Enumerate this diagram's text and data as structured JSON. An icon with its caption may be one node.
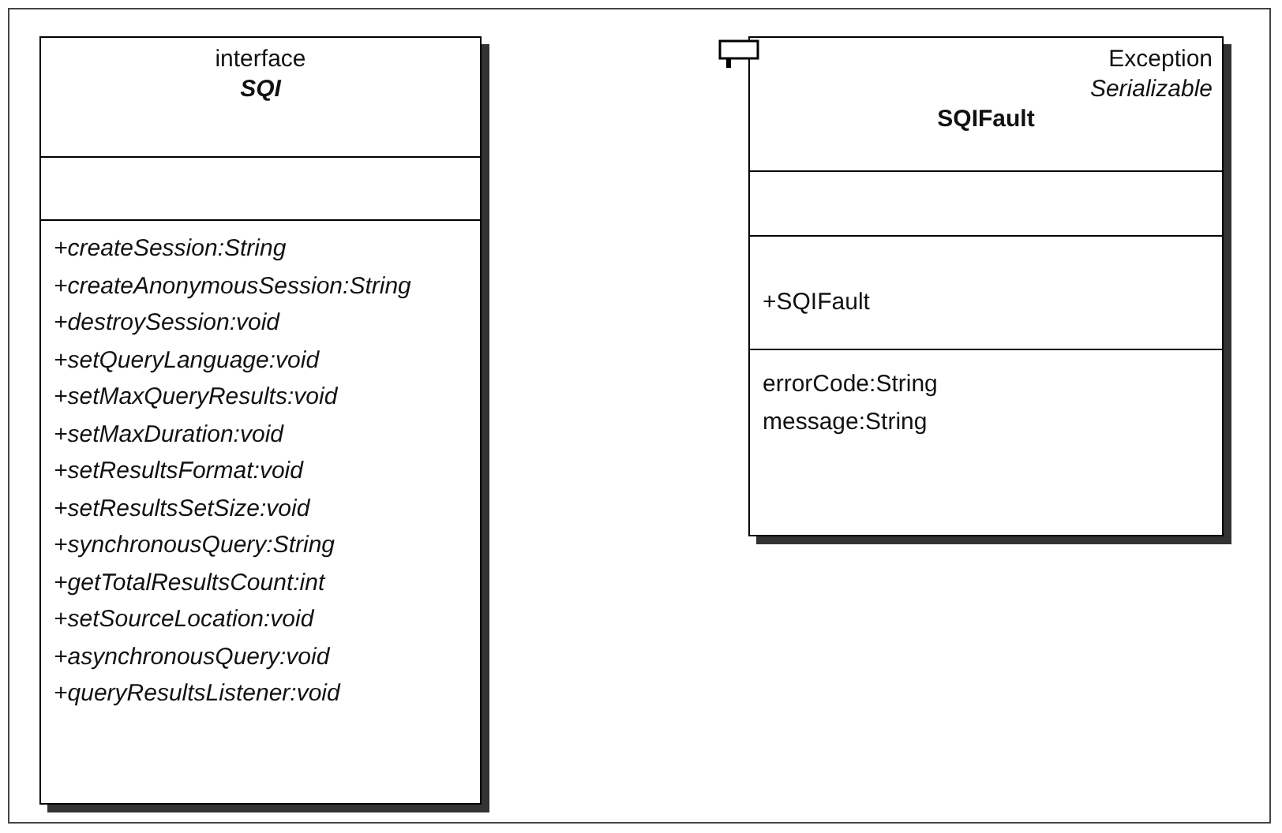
{
  "diagram": {
    "nodes": [
      {
        "text": [
          "interface",
          "SQI",
          "+createSession:String",
          "+createAnonymousSession:String",
          "+destroySession:void",
          "+setQueryLanguage:void",
          "+setMaxQueryResults:void",
          "+setMaxDuration:void",
          "+setResultsFormat:void",
          "+setResultsSetSize:void",
          "+synchronousQuery:String",
          "+getTotalResultsCount:int",
          "+setSourceLocation:void",
          "+asynchronousQuery:void",
          "+queryResultsListener:void"
        ]
      },
      {
        "text": [
          "Exception",
          "Serializable",
          "SQIFault",
          "+SQIFault",
          "errorCode:String",
          "message:String"
        ]
      }
    ],
    "edges": []
  }
}
